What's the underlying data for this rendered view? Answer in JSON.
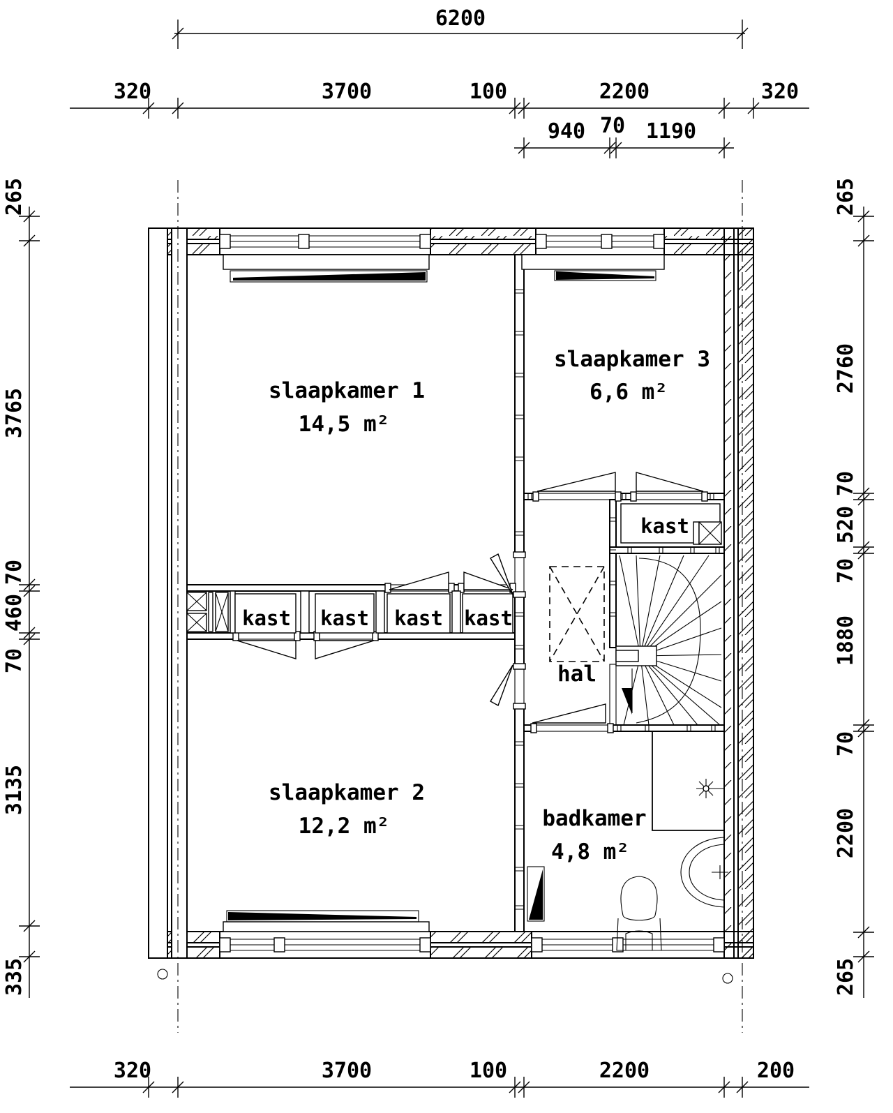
{
  "page": {
    "background": "#ffffff",
    "line_color": "#000000"
  },
  "dimensions": {
    "top": {
      "overall": "6200",
      "row2": [
        "320",
        "3700",
        "100",
        "2200",
        "320"
      ],
      "row3": [
        "940",
        "70",
        "1190"
      ]
    },
    "bottom": [
      "320",
      "3700",
      "100",
      "2200",
      "200"
    ],
    "left": [
      "265",
      "3765",
      "70",
      "460",
      "70",
      "3135",
      "335"
    ],
    "right": [
      "265",
      "2760",
      "70",
      "520",
      "70",
      "1880",
      "70",
      "2200",
      "265"
    ]
  },
  "rooms": {
    "slaapkamer1": {
      "name": "slaapkamer 1",
      "area": "14,5 m²"
    },
    "slaapkamer2": {
      "name": "slaapkamer 2",
      "area": "12,2 m²"
    },
    "slaapkamer3": {
      "name": "slaapkamer 3",
      "area": "6,6 m²"
    },
    "badkamer": {
      "name": "badkamer",
      "area": "4,8 m²"
    },
    "hal": {
      "name": "hal"
    },
    "kast": {
      "name": "kast"
    }
  }
}
